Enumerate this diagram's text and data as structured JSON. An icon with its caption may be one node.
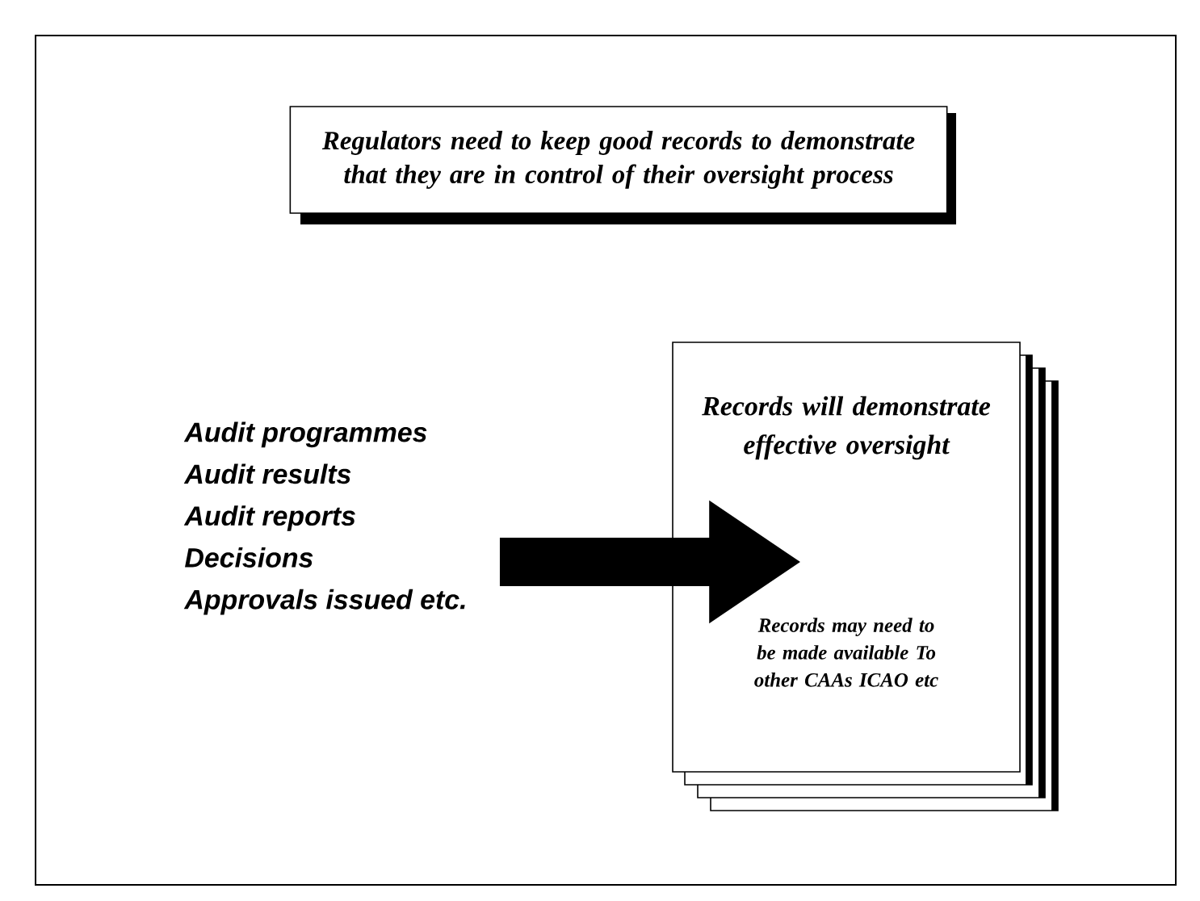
{
  "diagram": {
    "nodes": [
      {
        "text": [
          "Regulators need to keep good records to demonstrate that they are in control of their oversight process"
        ]
      },
      {
        "text": [
          "Audit programmes",
          "Audit results",
          "Audit reports",
          "Decisions",
          "Approvals issued etc."
        ]
      },
      {
        "text": [
          "Records will demonstrate effective oversight",
          "Records may need to be made available To other CAAs ICAO etc"
        ]
      }
    ],
    "edges": [
      {
        "from": 1,
        "to": 2,
        "arrow": "to"
      }
    ]
  }
}
